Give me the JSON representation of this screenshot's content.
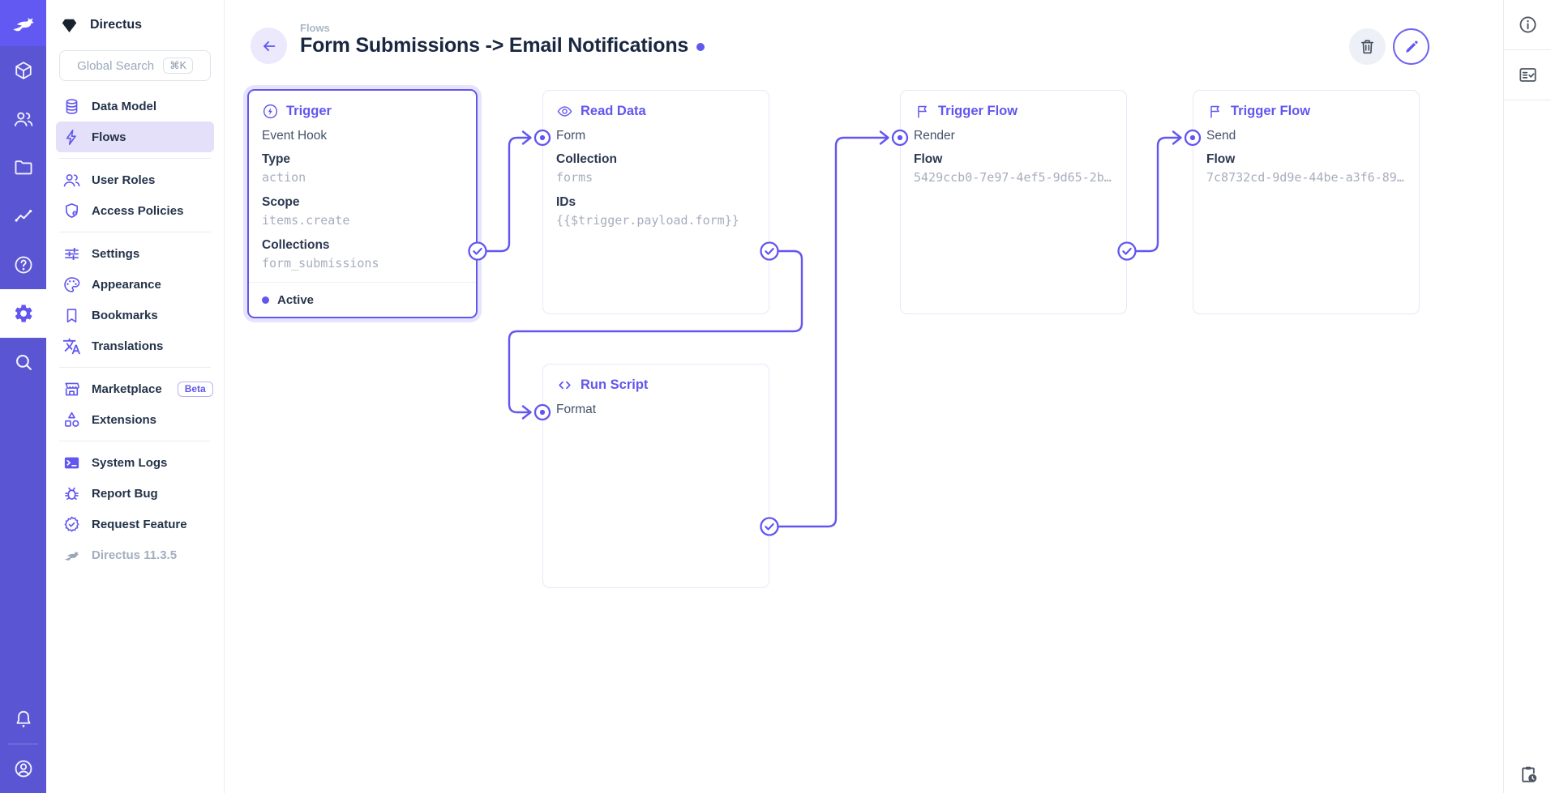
{
  "colors": {
    "accent": "#6156ef",
    "module_bar": "#5a55d3",
    "logo_bg": "#6159f2",
    "selected_halo": "rgba(97,86,239,.16)"
  },
  "module_bar": {
    "logo_icon": "rabbit-icon",
    "modules": [
      {
        "name": "content",
        "icon": "box-icon"
      },
      {
        "name": "users",
        "icon": "users-icon"
      },
      {
        "name": "files",
        "icon": "folder-icon"
      },
      {
        "name": "insights",
        "icon": "chart-icon"
      },
      {
        "name": "help",
        "icon": "help-icon"
      },
      {
        "name": "settings",
        "icon": "gear-icon",
        "active": true
      },
      {
        "name": "search",
        "icon": "search-icon"
      }
    ],
    "bottom": [
      {
        "name": "notifications",
        "icon": "bell-icon"
      },
      {
        "name": "account",
        "icon": "account-icon"
      }
    ]
  },
  "sidebar": {
    "project_name": "Directus",
    "search": {
      "placeholder": "Global Search",
      "shortcut": "⌘K"
    },
    "groups": [
      {
        "items": [
          {
            "label": "Data Model",
            "icon": "database-icon"
          },
          {
            "label": "Flows",
            "icon": "bolt-icon",
            "active": true
          }
        ]
      },
      {
        "items": [
          {
            "label": "User Roles",
            "icon": "users-icon"
          },
          {
            "label": "Access Policies",
            "icon": "shield-icon"
          }
        ]
      },
      {
        "items": [
          {
            "label": "Settings",
            "icon": "tune-icon"
          },
          {
            "label": "Appearance",
            "icon": "palette-icon"
          },
          {
            "label": "Bookmarks",
            "icon": "bookmark-icon"
          },
          {
            "label": "Translations",
            "icon": "translate-icon"
          }
        ]
      },
      {
        "items": [
          {
            "label": "Marketplace",
            "icon": "storefront-icon",
            "badge": "Beta"
          },
          {
            "label": "Extensions",
            "icon": "category-icon"
          }
        ]
      },
      {
        "items": [
          {
            "label": "System Logs",
            "icon": "terminal-icon"
          },
          {
            "label": "Report Bug",
            "icon": "bug-icon"
          },
          {
            "label": "Request Feature",
            "icon": "verified-icon"
          },
          {
            "label": "Directus 11.3.5",
            "icon": "rabbit-icon",
            "muted": true
          }
        ]
      }
    ]
  },
  "header": {
    "breadcrumb": "Flows",
    "title": "Form Submissions -> Email Notifications",
    "actions": [
      {
        "name": "delete",
        "icon": "trash-icon"
      },
      {
        "name": "edit",
        "icon": "pencil-icon"
      }
    ]
  },
  "flow": {
    "trigger": {
      "title": "Trigger",
      "icon": "bolt-circle-icon",
      "subtitle": "Event Hook",
      "fields": [
        {
          "label": "Type",
          "value": "action"
        },
        {
          "label": "Scope",
          "value": "items.create"
        },
        {
          "label": "Collections",
          "value": "form_submissions"
        }
      ],
      "status": "Active"
    },
    "read_data": {
      "title": "Read Data",
      "icon": "eye-icon",
      "name": "Form",
      "fields": [
        {
          "label": "Collection",
          "value": "forms"
        },
        {
          "label": "IDs",
          "value": "{{$trigger.payload.form}}"
        }
      ]
    },
    "trigger_flow_render": {
      "title": "Trigger Flow",
      "icon": "flag-icon",
      "name": "Render",
      "fields": [
        {
          "label": "Flow",
          "value": "5429ccb0-7e97-4ef5-9d65-2b…"
        }
      ]
    },
    "trigger_flow_send": {
      "title": "Trigger Flow",
      "icon": "flag-icon",
      "name": "Send",
      "fields": [
        {
          "label": "Flow",
          "value": "7c8732cd-9d9e-44be-a3f6-89…"
        }
      ]
    },
    "run_script": {
      "title": "Run Script",
      "icon": "code-icon",
      "name": "Format"
    }
  },
  "right_bar": {
    "items": [
      {
        "name": "info",
        "icon": "info-icon"
      },
      {
        "name": "activity",
        "icon": "fact-check-icon"
      }
    ],
    "bottom": {
      "name": "revisions",
      "icon": "clipboard-clock-icon"
    }
  }
}
